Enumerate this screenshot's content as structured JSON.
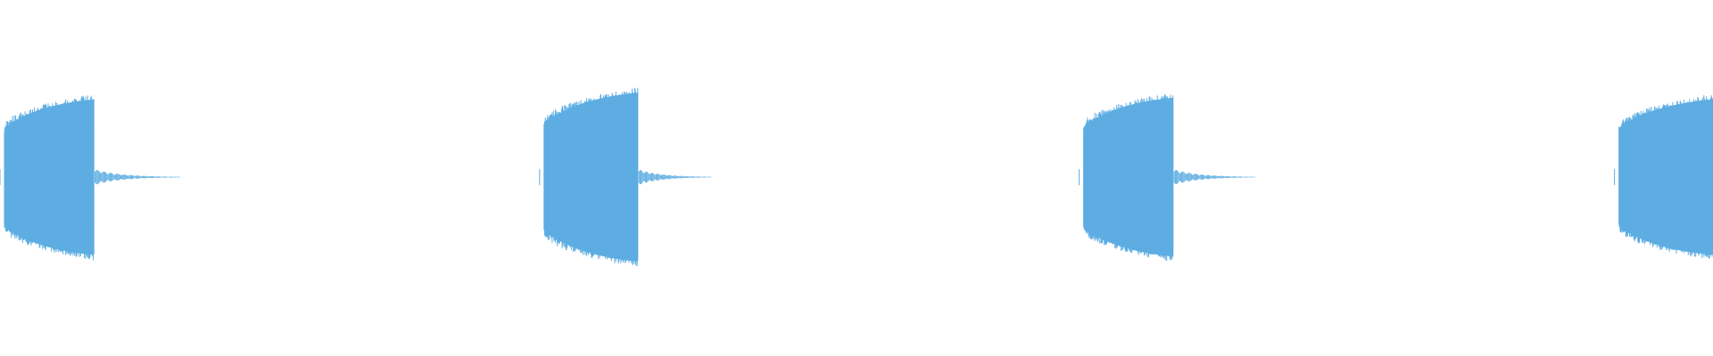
{
  "waveform": {
    "color": "#5dade2",
    "background": "#ffffff",
    "total_seconds": 4.0,
    "amplitude_range": [
      -1,
      1
    ],
    "bursts": [
      {
        "start_s": 0.0,
        "body_end_s": 0.22,
        "tail_end_s": 0.42,
        "peak_amplitude": 0.46,
        "tail_amplitude": 0.045
      },
      {
        "start_s": 1.26,
        "body_end_s": 1.49,
        "tail_end_s": 1.66,
        "peak_amplitude": 0.5,
        "tail_amplitude": 0.045
      },
      {
        "start_s": 2.52,
        "body_end_s": 2.74,
        "tail_end_s": 2.93,
        "peak_amplitude": 0.47,
        "tail_amplitude": 0.045
      },
      {
        "start_s": 3.77,
        "body_end_s": 4.0,
        "tail_end_s": 4.0,
        "peak_amplitude": 0.46,
        "tail_amplitude": 0.0
      }
    ]
  }
}
